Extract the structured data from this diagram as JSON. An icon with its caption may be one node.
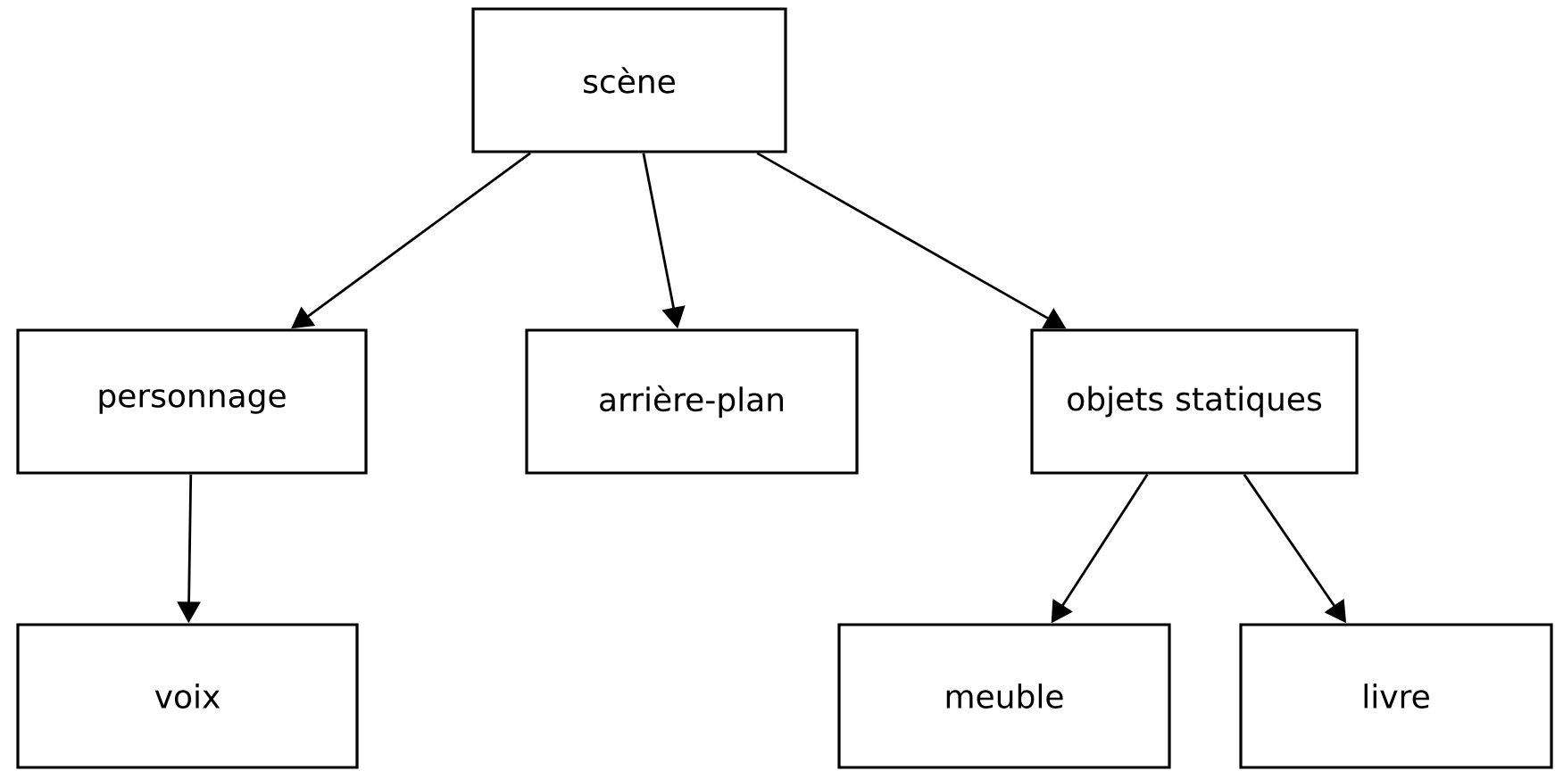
{
  "diagram": {
    "nodes": [
      {
        "text": [
          "scène"
        ]
      },
      {
        "text": [
          "personnage"
        ]
      },
      {
        "text": [
          "arrière-plan"
        ]
      },
      {
        "text": [
          "objets statiques"
        ]
      },
      {
        "text": [
          "voix"
        ]
      },
      {
        "text": [
          "meuble"
        ]
      },
      {
        "text": [
          "livre"
        ]
      }
    ],
    "edges": [
      {
        "from": 0,
        "to": 1,
        "arrow": "to"
      },
      {
        "from": 0,
        "to": 2,
        "arrow": "to"
      },
      {
        "from": 0,
        "to": 3,
        "arrow": "to"
      },
      {
        "from": 1,
        "to": 4,
        "arrow": "to"
      },
      {
        "from": 3,
        "to": 5,
        "arrow": "to"
      },
      {
        "from": 3,
        "to": 6,
        "arrow": "to"
      }
    ]
  }
}
